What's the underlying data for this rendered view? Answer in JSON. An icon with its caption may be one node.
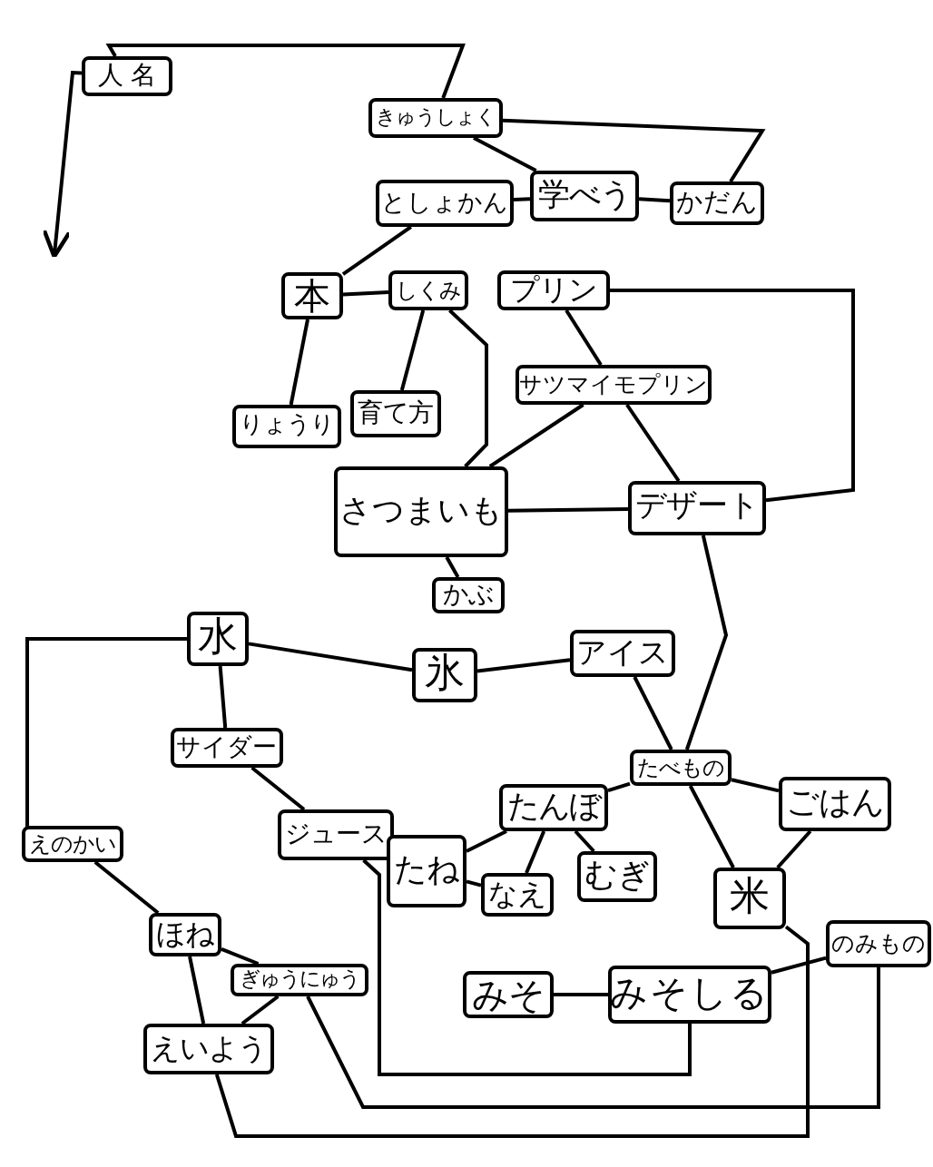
{
  "diagram": {
    "nodes": [
      {
        "text": [
          "人 名"
        ]
      },
      {
        "text": [
          "きゅうしょく"
        ]
      },
      {
        "text": [
          "としょかん"
        ]
      },
      {
        "text": [
          "学べう"
        ]
      },
      {
        "text": [
          "かだん"
        ]
      },
      {
        "text": [
          "本"
        ]
      },
      {
        "text": [
          "しくみ"
        ]
      },
      {
        "text": [
          "プリン"
        ]
      },
      {
        "text": [
          "りょうり"
        ]
      },
      {
        "text": [
          "育て方"
        ]
      },
      {
        "text": [
          "サツマイモプリン"
        ]
      },
      {
        "text": [
          "さつまいも"
        ]
      },
      {
        "text": [
          "デザート"
        ]
      },
      {
        "text": [
          "かぶ"
        ]
      },
      {
        "text": [
          "水"
        ]
      },
      {
        "text": [
          "氷"
        ]
      },
      {
        "text": [
          "アイス"
        ]
      },
      {
        "text": [
          "サイダー"
        ]
      },
      {
        "text": [
          "たべもの"
        ]
      },
      {
        "text": [
          "ごはん"
        ]
      },
      {
        "text": [
          "ジュース"
        ]
      },
      {
        "text": [
          "たね"
        ]
      },
      {
        "text": [
          "たんぼ"
        ]
      },
      {
        "text": [
          "なえ"
        ]
      },
      {
        "text": [
          "むぎ"
        ]
      },
      {
        "text": [
          "米"
        ]
      },
      {
        "text": [
          "えのかい"
        ]
      },
      {
        "text": [
          "ほね"
        ]
      },
      {
        "text": [
          "ぎゅうにゅう"
        ]
      },
      {
        "text": [
          "みそ"
        ]
      },
      {
        "text": [
          "みそしる"
        ]
      },
      {
        "text": [
          "のみもの"
        ]
      },
      {
        "text": [
          "えいよう"
        ]
      }
    ],
    "edges": [
      {
        "from": 0,
        "to": 1,
        "arrow": "none"
      },
      {
        "from": 0,
        "to": null,
        "arrow": "to"
      },
      {
        "from": 1,
        "to": 3,
        "arrow": "none"
      },
      {
        "from": 1,
        "to": 4,
        "arrow": "none"
      },
      {
        "from": 2,
        "to": 3,
        "arrow": "none"
      },
      {
        "from": 3,
        "to": 4,
        "arrow": "none"
      },
      {
        "from": 2,
        "to": 5,
        "arrow": "none"
      },
      {
        "from": 5,
        "to": 6,
        "arrow": "none"
      },
      {
        "from": 5,
        "to": 8,
        "arrow": "none"
      },
      {
        "from": 6,
        "to": 9,
        "arrow": "none"
      },
      {
        "from": 6,
        "to": 11,
        "arrow": "none"
      },
      {
        "from": 7,
        "to": 10,
        "arrow": "none"
      },
      {
        "from": 7,
        "to": 12,
        "arrow": "none"
      },
      {
        "from": 10,
        "to": 11,
        "arrow": "none"
      },
      {
        "from": 10,
        "to": 12,
        "arrow": "none"
      },
      {
        "from": 11,
        "to": 12,
        "arrow": "none"
      },
      {
        "from": 11,
        "to": 13,
        "arrow": "none"
      },
      {
        "from": 14,
        "to": 15,
        "arrow": "none"
      },
      {
        "from": 14,
        "to": 17,
        "arrow": "none"
      },
      {
        "from": 15,
        "to": 16,
        "arrow": "none"
      },
      {
        "from": 16,
        "to": 18,
        "arrow": "none"
      },
      {
        "from": 12,
        "to": 18,
        "arrow": "none"
      },
      {
        "from": 18,
        "to": 19,
        "arrow": "none"
      },
      {
        "from": 18,
        "to": 25,
        "arrow": "none"
      },
      {
        "from": 18,
        "to": 22,
        "arrow": "none"
      },
      {
        "from": 22,
        "to": 23,
        "arrow": "none"
      },
      {
        "from": 22,
        "to": 24,
        "arrow": "none"
      },
      {
        "from": 21,
        "to": 23,
        "arrow": "none"
      },
      {
        "from": 21,
        "to": 22,
        "arrow": "none"
      },
      {
        "from": 25,
        "to": 19,
        "arrow": "none"
      },
      {
        "from": 29,
        "to": 30,
        "arrow": "none"
      },
      {
        "from": 17,
        "to": 20,
        "arrow": "none"
      },
      {
        "from": 20,
        "to": 30,
        "arrow": "none"
      },
      {
        "from": 26,
        "to": 27,
        "arrow": "none"
      },
      {
        "from": 27,
        "to": 32,
        "arrow": "none"
      },
      {
        "from": 27,
        "to": 28,
        "arrow": "none"
      },
      {
        "from": 28,
        "to": 32,
        "arrow": "none"
      },
      {
        "from": 28,
        "to": 31,
        "arrow": "none"
      },
      {
        "from": 32,
        "to": 25,
        "arrow": "none"
      },
      {
        "from": 30,
        "to": 31,
        "arrow": "none"
      },
      {
        "from": 26,
        "to": 14,
        "arrow": "none"
      }
    ]
  }
}
